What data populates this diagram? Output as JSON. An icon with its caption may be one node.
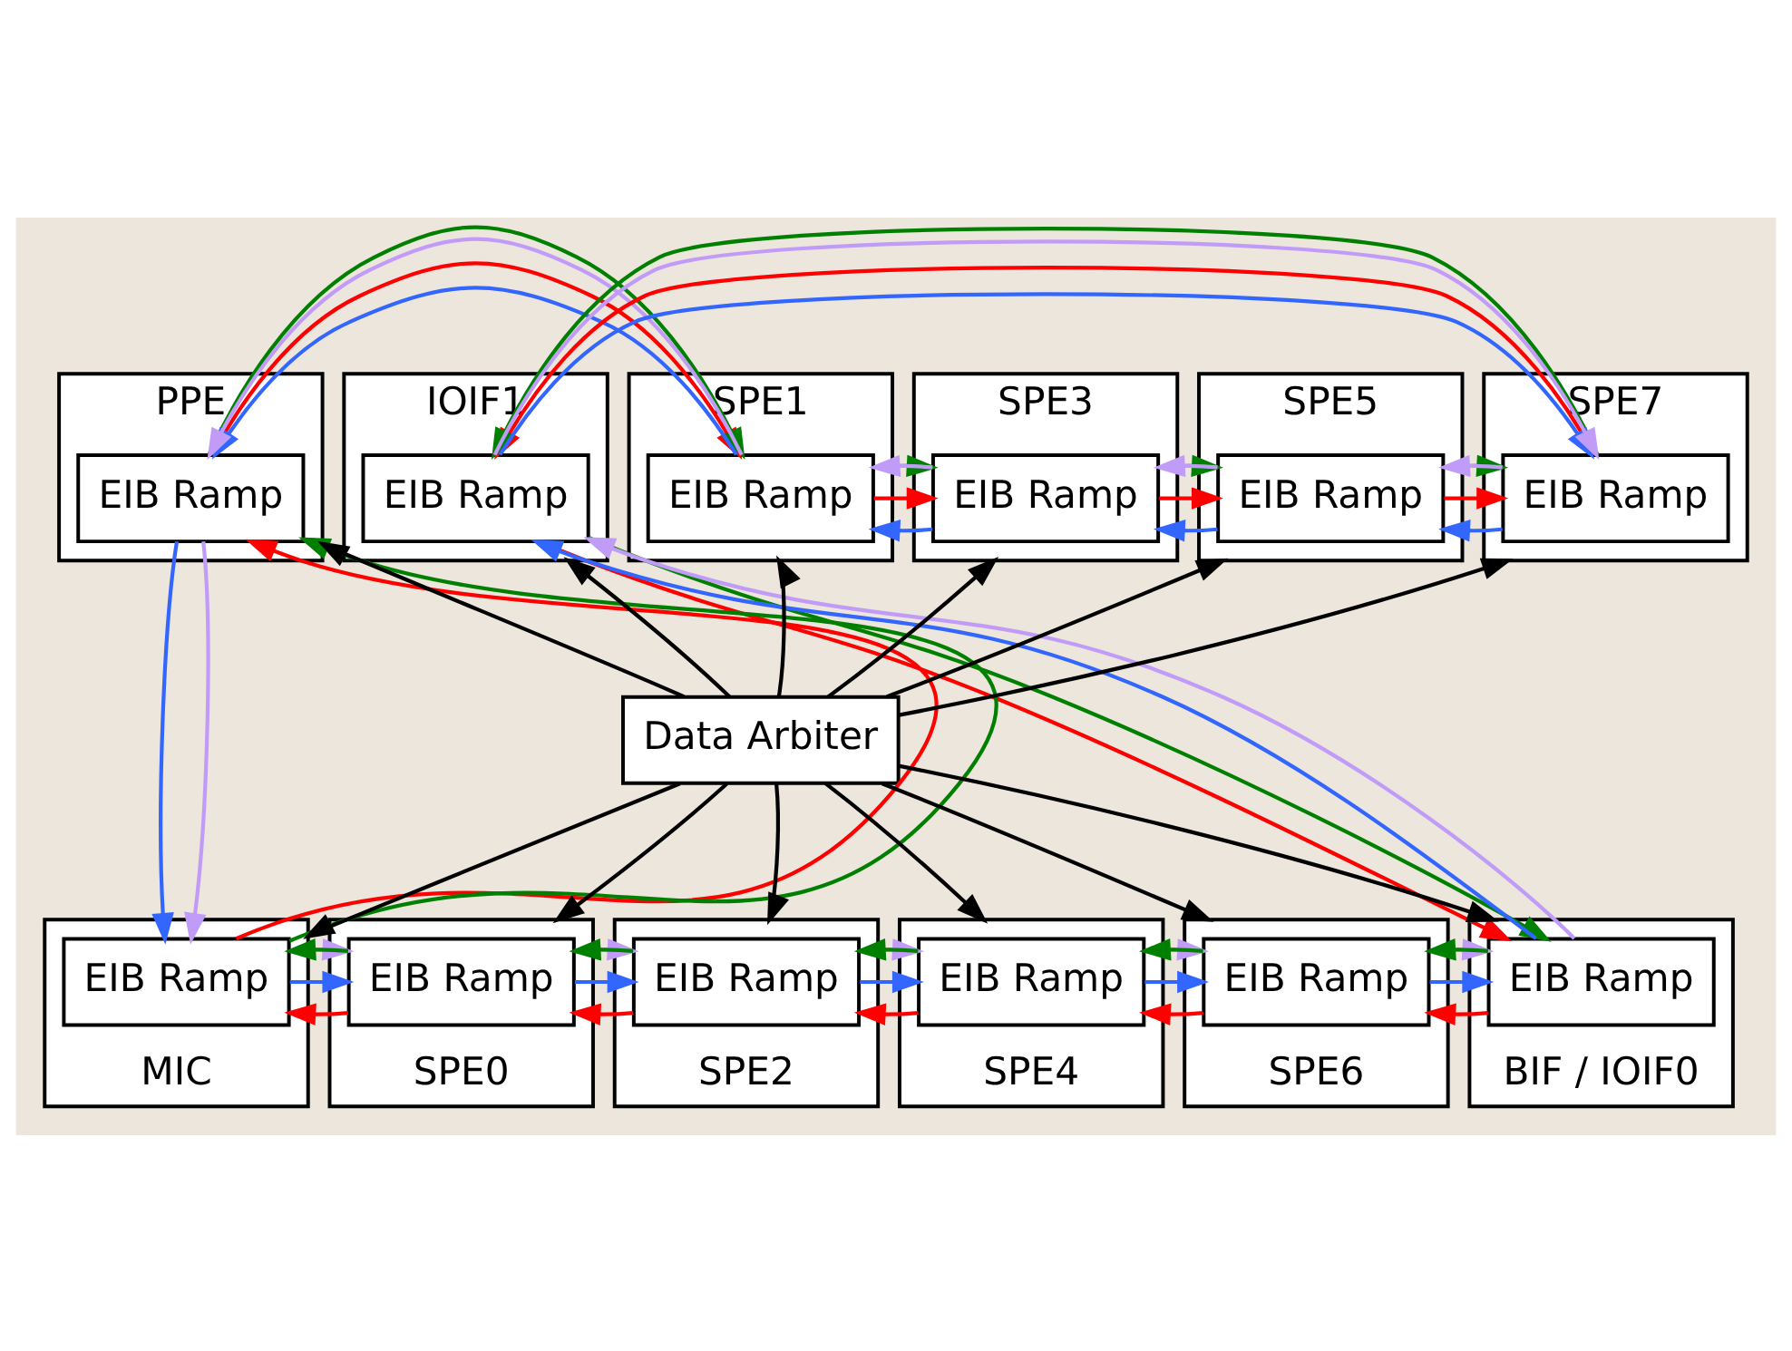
{
  "diagram": {
    "nodes": [
      {
        "text": [
          "PPE"
        ]
      },
      {
        "text": [
          "EIB Ramp"
        ],
        "in": 0
      },
      {
        "text": [
          "SPE1"
        ]
      },
      {
        "text": [
          "EIB Ramp"
        ],
        "in": 2
      },
      {
        "text": [
          "SPE3"
        ]
      },
      {
        "text": [
          "EIB Ramp"
        ],
        "in": 4
      },
      {
        "text": [
          "SPE5"
        ]
      },
      {
        "text": [
          "EIB Ramp"
        ],
        "in": 6
      },
      {
        "text": [
          "SPE7"
        ]
      },
      {
        "text": [
          "EIB Ramp"
        ],
        "in": 8
      },
      {
        "text": [
          "IOIF1"
        ]
      },
      {
        "text": [
          "EIB Ramp"
        ],
        "in": 10
      },
      {
        "text": [
          "Data Arbiter"
        ]
      },
      {
        "text": [
          "MIC"
        ]
      },
      {
        "text": [
          "EIB Ramp"
        ],
        "in": 13
      },
      {
        "text": [
          "SPE0"
        ]
      },
      {
        "text": [
          "EIB Ramp"
        ],
        "in": 15
      },
      {
        "text": [
          "SPE2"
        ]
      },
      {
        "text": [
          "EIB Ramp"
        ],
        "in": 17
      },
      {
        "text": [
          "SPE4"
        ]
      },
      {
        "text": [
          "EIB Ramp"
        ],
        "in": 19
      },
      {
        "text": [
          "SPE6"
        ]
      },
      {
        "text": [
          "EIB Ramp"
        ],
        "in": 21
      },
      {
        "text": [
          "BIF / IOIF0"
        ]
      },
      {
        "text": [
          "EIB Ramp"
        ],
        "in": 23
      }
    ],
    "edges": [
      {
        "from": 1,
        "to": 3,
        "arrow": "to",
        "color": "#ff0000"
      },
      {
        "from": 3,
        "to": 5,
        "arrow": "to",
        "color": "#ff0000"
      },
      {
        "from": 5,
        "to": 7,
        "arrow": "to",
        "color": "#ff0000"
      },
      {
        "from": 7,
        "to": 9,
        "arrow": "to",
        "color": "#ff0000"
      },
      {
        "from": 9,
        "to": 11,
        "arrow": "to",
        "color": "#ff0000"
      },
      {
        "from": 11,
        "to": 24,
        "arrow": "to",
        "color": "#ff0000"
      },
      {
        "from": 24,
        "to": 22,
        "arrow": "to",
        "color": "#ff0000"
      },
      {
        "from": 22,
        "to": 20,
        "arrow": "to",
        "color": "#ff0000"
      },
      {
        "from": 20,
        "to": 18,
        "arrow": "to",
        "color": "#ff0000"
      },
      {
        "from": 18,
        "to": 16,
        "arrow": "to",
        "color": "#ff0000"
      },
      {
        "from": 16,
        "to": 14,
        "arrow": "to",
        "color": "#ff0000"
      },
      {
        "from": 14,
        "to": 1,
        "arrow": "to",
        "color": "#ff0000"
      },
      {
        "from": 1,
        "to": 3,
        "arrow": "to",
        "color": "#008000"
      },
      {
        "from": 3,
        "to": 5,
        "arrow": "to",
        "color": "#008000"
      },
      {
        "from": 5,
        "to": 7,
        "arrow": "to",
        "color": "#008000"
      },
      {
        "from": 7,
        "to": 9,
        "arrow": "to",
        "color": "#008000"
      },
      {
        "from": 9,
        "to": 11,
        "arrow": "to",
        "color": "#008000"
      },
      {
        "from": 11,
        "to": 24,
        "arrow": "to",
        "color": "#008000"
      },
      {
        "from": 24,
        "to": 22,
        "arrow": "to",
        "color": "#008000"
      },
      {
        "from": 22,
        "to": 20,
        "arrow": "to",
        "color": "#008000"
      },
      {
        "from": 20,
        "to": 18,
        "arrow": "to",
        "color": "#008000"
      },
      {
        "from": 18,
        "to": 16,
        "arrow": "to",
        "color": "#008000"
      },
      {
        "from": 16,
        "to": 14,
        "arrow": "to",
        "color": "#008000"
      },
      {
        "from": 14,
        "to": 1,
        "arrow": "to",
        "color": "#008000"
      },
      {
        "from": 11,
        "to": 9,
        "arrow": "to",
        "color": "#3366ff"
      },
      {
        "from": 9,
        "to": 7,
        "arrow": "to",
        "color": "#3366ff"
      },
      {
        "from": 7,
        "to": 5,
        "arrow": "to",
        "color": "#3366ff"
      },
      {
        "from": 5,
        "to": 3,
        "arrow": "to",
        "color": "#3366ff"
      },
      {
        "from": 3,
        "to": 1,
        "arrow": "to",
        "color": "#3366ff"
      },
      {
        "from": 1,
        "to": 14,
        "arrow": "to",
        "color": "#3366ff"
      },
      {
        "from": 14,
        "to": 16,
        "arrow": "to",
        "color": "#3366ff"
      },
      {
        "from": 16,
        "to": 18,
        "arrow": "to",
        "color": "#3366ff"
      },
      {
        "from": 18,
        "to": 20,
        "arrow": "to",
        "color": "#3366ff"
      },
      {
        "from": 20,
        "to": 22,
        "arrow": "to",
        "color": "#3366ff"
      },
      {
        "from": 22,
        "to": 24,
        "arrow": "to",
        "color": "#3366ff"
      },
      {
        "from": 24,
        "to": 11,
        "arrow": "to",
        "color": "#3366ff"
      },
      {
        "from": 11,
        "to": 9,
        "arrow": "to",
        "color": "#c09cf8"
      },
      {
        "from": 9,
        "to": 7,
        "arrow": "to",
        "color": "#c09cf8"
      },
      {
        "from": 7,
        "to": 5,
        "arrow": "to",
        "color": "#c09cf8"
      },
      {
        "from": 5,
        "to": 3,
        "arrow": "to",
        "color": "#c09cf8"
      },
      {
        "from": 3,
        "to": 1,
        "arrow": "to",
        "color": "#c09cf8"
      },
      {
        "from": 1,
        "to": 14,
        "arrow": "to",
        "color": "#c09cf8"
      },
      {
        "from": 14,
        "to": 16,
        "arrow": "to",
        "color": "#c09cf8"
      },
      {
        "from": 16,
        "to": 18,
        "arrow": "to",
        "color": "#c09cf8"
      },
      {
        "from": 18,
        "to": 20,
        "arrow": "to",
        "color": "#c09cf8"
      },
      {
        "from": 20,
        "to": 22,
        "arrow": "to",
        "color": "#c09cf8"
      },
      {
        "from": 22,
        "to": 24,
        "arrow": "to",
        "color": "#c09cf8"
      },
      {
        "from": 24,
        "to": 11,
        "arrow": "to",
        "color": "#c09cf8"
      },
      {
        "from": 12,
        "to": 0,
        "arrow": "to",
        "color": "#000000"
      },
      {
        "from": 12,
        "to": 2,
        "arrow": "to",
        "color": "#000000"
      },
      {
        "from": 12,
        "to": 4,
        "arrow": "to",
        "color": "#000000"
      },
      {
        "from": 12,
        "to": 6,
        "arrow": "to",
        "color": "#000000"
      },
      {
        "from": 12,
        "to": 8,
        "arrow": "to",
        "color": "#000000"
      },
      {
        "from": 12,
        "to": 10,
        "arrow": "to",
        "color": "#000000"
      },
      {
        "from": 12,
        "to": 13,
        "arrow": "to",
        "color": "#000000"
      },
      {
        "from": 12,
        "to": 15,
        "arrow": "to",
        "color": "#000000"
      },
      {
        "from": 12,
        "to": 17,
        "arrow": "to",
        "color": "#000000"
      },
      {
        "from": 12,
        "to": 19,
        "arrow": "to",
        "color": "#000000"
      },
      {
        "from": 12,
        "to": 21,
        "arrow": "to",
        "color": "#000000"
      },
      {
        "from": 12,
        "to": 23,
        "arrow": "to",
        "color": "#000000"
      }
    ]
  }
}
